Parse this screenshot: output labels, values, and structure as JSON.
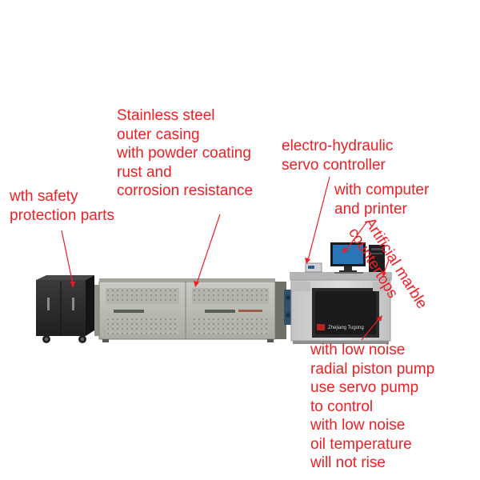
{
  "annotations": {
    "casing": [
      "Stainless steel",
      "outer casing",
      "with powder coating",
      "rust and",
      "corrosion resistance"
    ],
    "safety": [
      "wth safety",
      "protection parts"
    ],
    "controller": [
      "electro-hydraulic",
      "servo controller"
    ],
    "computer": [
      "with computer",
      "and printer"
    ],
    "marble": [
      "Artificial marble",
      "countertops"
    ],
    "pump": [
      "with low noise",
      "radial piston pump",
      "use servo pump",
      "to control",
      "with low noise",
      "oil temperature",
      "will not rise"
    ]
  },
  "console_brand": "Zhejiang Tugong",
  "colors": {
    "annotation_text": "#ee1f24",
    "arrow": "#ee1f24",
    "safety_box": "#2e2e30",
    "frame_casing": "#b9bcb4",
    "console_body": "#cfd0d2",
    "console_panel": "#2b2b2d"
  }
}
